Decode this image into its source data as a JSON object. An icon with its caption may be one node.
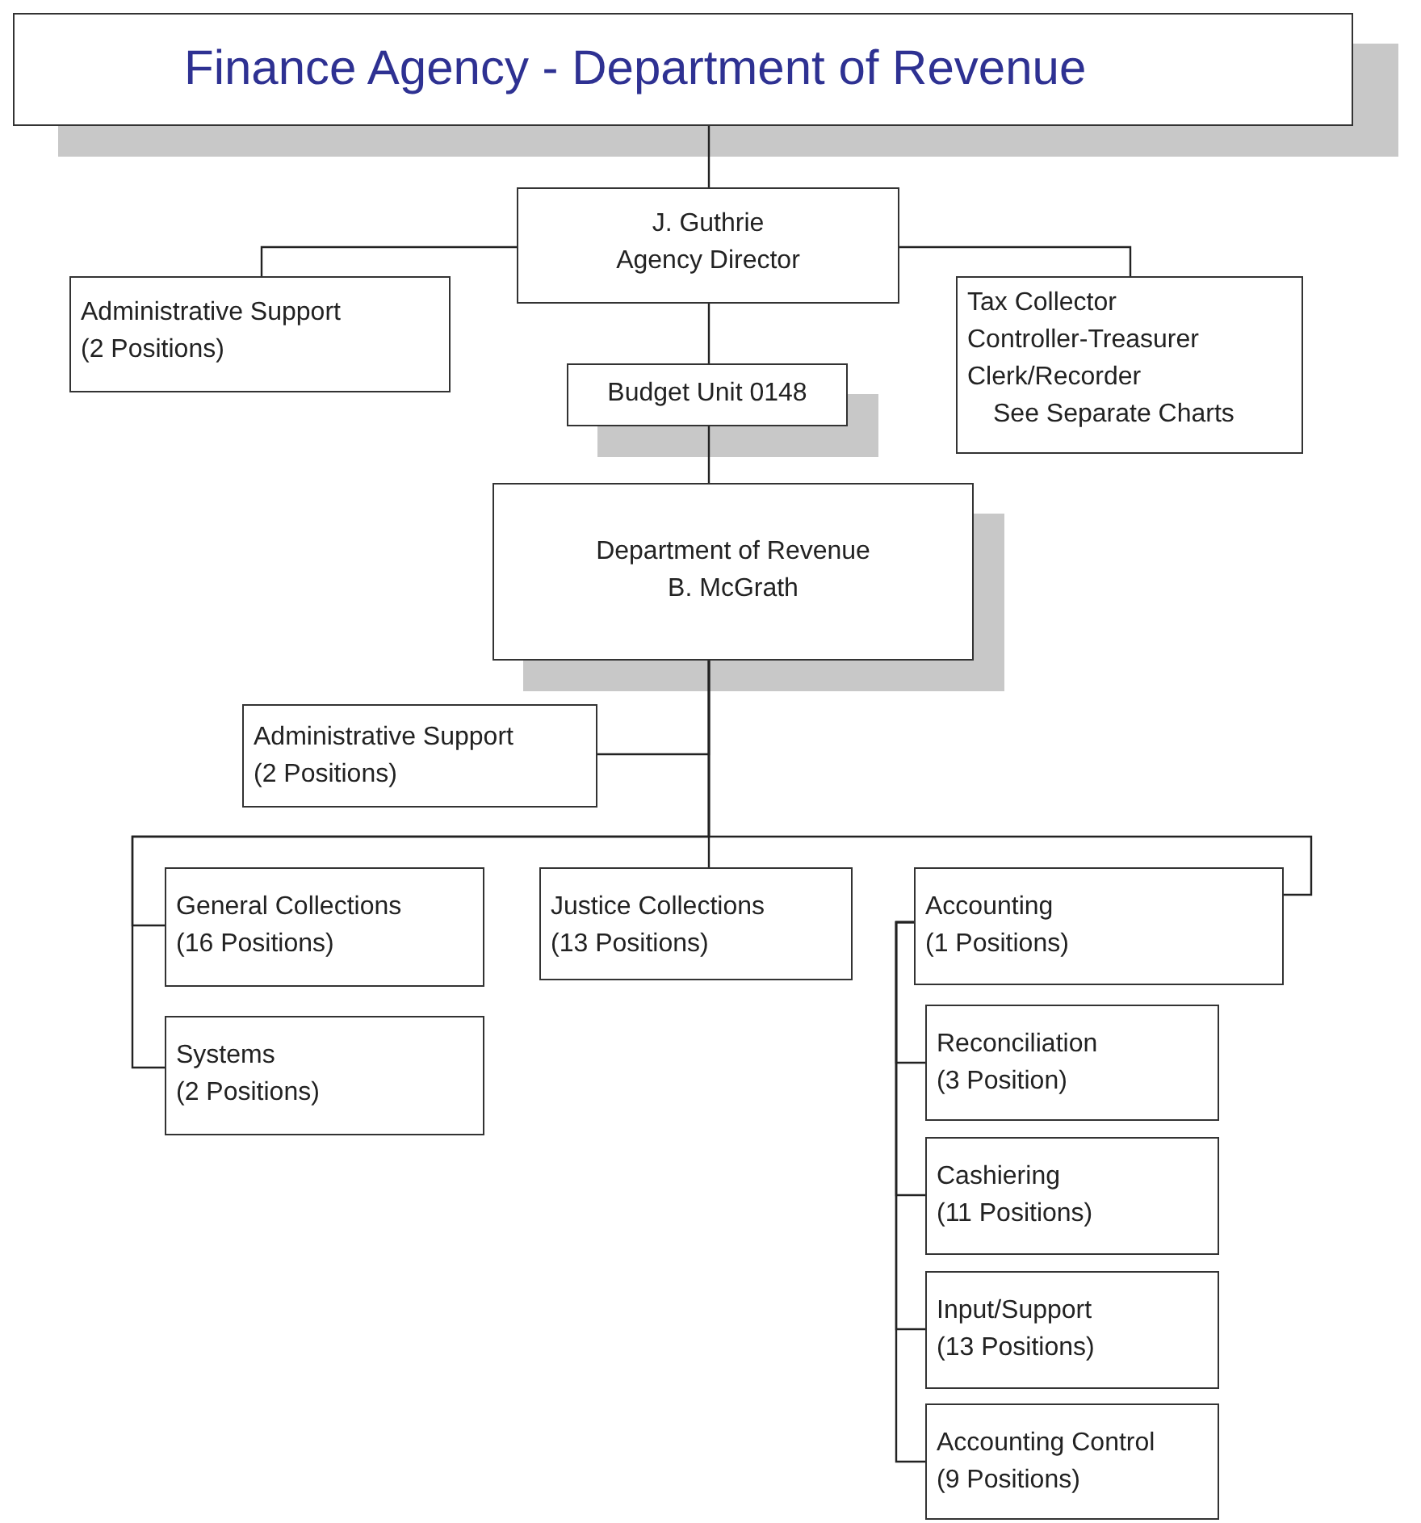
{
  "diagram": {
    "nodes": [
      {
        "text": [
          "Finance Agency - Department of Revenue"
        ]
      },
      {
        "text": [
          "J. Guthrie",
          "Agency Director"
        ]
      },
      {
        "text": [
          "Administrative Support",
          "(2 Positions)"
        ]
      },
      {
        "text": [
          "Tax Collector",
          "Controller-Treasurer",
          "Clerk/Recorder",
          "See Separate Charts"
        ]
      },
      {
        "text": [
          "Budget Unit 0148"
        ]
      },
      {
        "text": [
          "Department of Revenue",
          "B. McGrath"
        ]
      },
      {
        "text": [
          "Administrative Support",
          "(2 Positions)"
        ]
      },
      {
        "text": [
          "General Collections",
          "(16 Positions)"
        ]
      },
      {
        "text": [
          "Systems",
          "(2 Positions)"
        ]
      },
      {
        "text": [
          "Justice Collections",
          "(13 Positions)"
        ]
      },
      {
        "text": [
          "Accounting",
          "(1 Positions)"
        ]
      },
      {
        "text": [
          "Reconciliation",
          "(3 Position)"
        ]
      },
      {
        "text": [
          "Cashiering",
          "(11 Positions)"
        ]
      },
      {
        "text": [
          "Input/Support",
          "(13 Positions)"
        ]
      },
      {
        "text": [
          "Accounting Control",
          "(9 Positions)"
        ]
      }
    ],
    "edges": [
      {
        "from": 0,
        "to": 1,
        "arrow": "none"
      },
      {
        "from": 1,
        "to": 2,
        "arrow": "none"
      },
      {
        "from": 1,
        "to": 3,
        "arrow": "none"
      },
      {
        "from": 1,
        "to": 4,
        "arrow": "none"
      },
      {
        "from": 4,
        "to": 5,
        "arrow": "none"
      },
      {
        "from": 5,
        "to": 6,
        "arrow": "none"
      },
      {
        "from": 5,
        "to": 7,
        "arrow": "none"
      },
      {
        "from": 5,
        "to": 8,
        "arrow": "none"
      },
      {
        "from": 5,
        "to": 9,
        "arrow": "none"
      },
      {
        "from": 5,
        "to": 10,
        "arrow": "none"
      },
      {
        "from": 10,
        "to": 11,
        "arrow": "none"
      },
      {
        "from": 10,
        "to": 12,
        "arrow": "none"
      },
      {
        "from": 10,
        "to": 13,
        "arrow": "none"
      },
      {
        "from": 10,
        "to": 14,
        "arrow": "none"
      }
    ]
  }
}
